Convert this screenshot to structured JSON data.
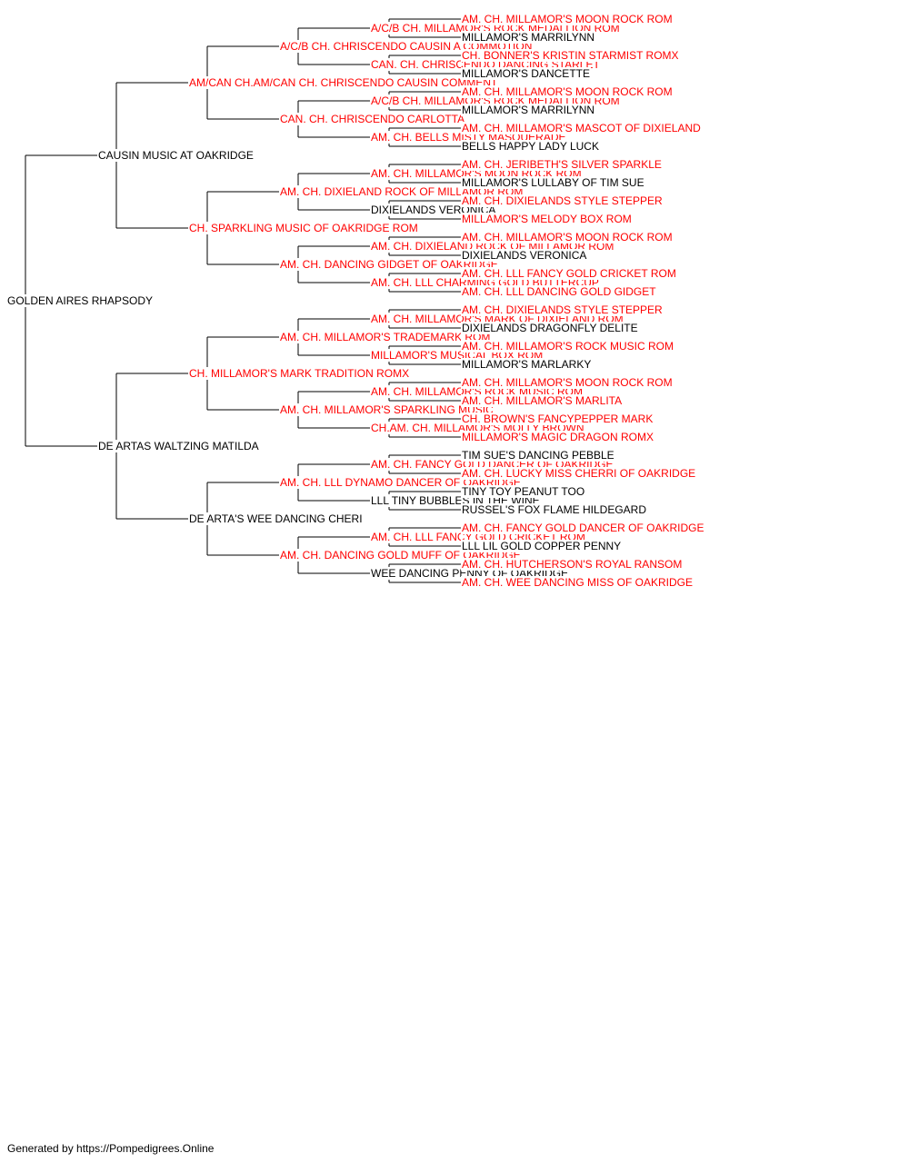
{
  "subject": {
    "name": "GOLDEN AIRES RHAPSODY",
    "ch": false
  },
  "generations": [
    [
      {
        "name": "CAUSIN MUSIC AT OAKRIDGE",
        "ch": false
      },
      {
        "name": "DE ARTAS WALTZING MATILDA",
        "ch": false
      }
    ],
    [
      {
        "name": "AM/CAN CH.AM/CAN CH. CHRISCENDO CAUSIN COMMENT",
        "ch": true
      },
      {
        "name": "CH. SPARKLING MUSIC OF OAKRIDGE ROM",
        "ch": true
      },
      {
        "name": "CH. MILLAMOR'S MARK TRADITION ROMX",
        "ch": true
      },
      {
        "name": "DE ARTA'S WEE DANCING CHERI",
        "ch": false
      }
    ],
    [
      {
        "name": "A/C/B CH. CHRISCENDO CAUSIN A COMMOTION",
        "ch": true
      },
      {
        "name": "CAN. CH. CHRISCENDO CARLOTTA",
        "ch": true
      },
      {
        "name": "AM. CH. DIXIELAND ROCK OF MILLAMOR ROM",
        "ch": true
      },
      {
        "name": "AM. CH. DANCING GIDGET OF OAKRIDGE",
        "ch": true
      },
      {
        "name": "AM. CH. MILLAMOR'S TRADEMARK ROM",
        "ch": true
      },
      {
        "name": "AM. CH. MILLAMOR'S SPARKLING MUSIC",
        "ch": true
      },
      {
        "name": "AM. CH. LLL DYNAMO DANCER OF OAKRIDGE",
        "ch": true
      },
      {
        "name": "AM. CH. DANCING GOLD MUFF OF OAKRIDGE",
        "ch": true
      }
    ],
    [
      {
        "name": "A/C/B CH. MILLAMOR'S ROCK MEDALLION ROM",
        "ch": true
      },
      {
        "name": "CAN. CH. CHRISCENDO DANCING STARLET",
        "ch": true
      },
      {
        "name": "A/C/B CH. MILLAMOR'S ROCK MEDALLION ROM",
        "ch": true
      },
      {
        "name": "AM. CH. BELLS MISTY MASQUERADE",
        "ch": true
      },
      {
        "name": "AM. CH. MILLAMOR'S MOON ROCK ROM",
        "ch": true
      },
      {
        "name": "DIXIELANDS VERONICA",
        "ch": false
      },
      {
        "name": "AM. CH. DIXIELAND ROCK OF MILLAMOR ROM",
        "ch": true
      },
      {
        "name": "AM. CH. LLL CHARMING GOLD BUTTERCUP",
        "ch": true
      },
      {
        "name": "AM. CH. MILLAMOR'S MARK OF DIXIELAND ROM",
        "ch": true
      },
      {
        "name": "MILLAMOR'S MUSICAL BOX ROM",
        "ch": true
      },
      {
        "name": "AM. CH. MILLAMOR'S ROCK MUSIC ROM",
        "ch": true
      },
      {
        "name": "CH.AM. CH. MILLAMOR'S MOLLY BROWN",
        "ch": true
      },
      {
        "name": "AM. CH. FANCY GOLD DANCER OF OAKRIDGE",
        "ch": true
      },
      {
        "name": "LLL TINY BUBBLES IN THE WINE",
        "ch": false
      },
      {
        "name": "AM. CH. LLL FANCY GOLD CRICKET ROM",
        "ch": true
      },
      {
        "name": "WEE DANCING PENNY OF OAKRIDGE",
        "ch": false
      }
    ],
    [
      {
        "name": "AM. CH. MILLAMOR'S MOON ROCK ROM",
        "ch": true
      },
      {
        "name": "MILLAMOR'S MARRILYNN",
        "ch": false
      },
      {
        "name": "CH. BONNER'S KRISTIN STARMIST ROMX",
        "ch": true
      },
      {
        "name": "MILLAMOR'S DANCETTE",
        "ch": false
      },
      {
        "name": "AM. CH. MILLAMOR'S MOON ROCK ROM",
        "ch": true
      },
      {
        "name": "MILLAMOR'S MARRILYNN",
        "ch": false
      },
      {
        "name": "AM. CH. MILLAMOR'S MASCOT OF DIXIELAND",
        "ch": true
      },
      {
        "name": "BELLS HAPPY LADY LUCK",
        "ch": false
      },
      {
        "name": "AM. CH. JERIBETH'S SILVER SPARKLE",
        "ch": true
      },
      {
        "name": "MILLAMOR'S LULLABY OF TIM SUE",
        "ch": false
      },
      {
        "name": "AM. CH. DIXIELANDS STYLE STEPPER",
        "ch": true
      },
      {
        "name": "MILLAMOR'S MELODY BOX ROM",
        "ch": true
      },
      {
        "name": "AM. CH. MILLAMOR'S MOON ROCK ROM",
        "ch": true
      },
      {
        "name": "DIXIELANDS VERONICA",
        "ch": false
      },
      {
        "name": "AM. CH. LLL FANCY GOLD CRICKET ROM",
        "ch": true
      },
      {
        "name": "AM. CH. LLL DANCING GOLD GIDGET",
        "ch": true
      },
      {
        "name": "AM. CH. DIXIELANDS STYLE STEPPER",
        "ch": true
      },
      {
        "name": "DIXIELANDS DRAGONFLY DELITE",
        "ch": false
      },
      {
        "name": "AM. CH. MILLAMOR'S ROCK MUSIC ROM",
        "ch": true
      },
      {
        "name": "MILLAMOR'S MARLARKY",
        "ch": false
      },
      {
        "name": "AM. CH. MILLAMOR'S MOON ROCK ROM",
        "ch": true
      },
      {
        "name": "AM. CH. MILLAMOR'S MARLITA",
        "ch": true
      },
      {
        "name": "CH. BROWN'S FANCYPEPPER MARK",
        "ch": true
      },
      {
        "name": "MILLAMOR'S MAGIC DRAGON ROMX",
        "ch": true
      },
      {
        "name": "TIM SUE'S DANCING PEBBLE",
        "ch": false
      },
      {
        "name": "AM. CH. LUCKY MISS CHERRI OF OAKRIDGE",
        "ch": true
      },
      {
        "name": "TINY TOY PEANUT TOO",
        "ch": false
      },
      {
        "name": "RUSSEL'S FOX FLAME HILDEGARD",
        "ch": false
      },
      {
        "name": "AM. CH. FANCY GOLD DANCER OF OAKRIDGE",
        "ch": true
      },
      {
        "name": "LLL LIL GOLD COPPER PENNY",
        "ch": false
      },
      {
        "name": "AM. CH. HUTCHERSON'S ROYAL RANSOM",
        "ch": true
      },
      {
        "name": "AM. CH. WEE DANCING MISS OF OAKRIDGE",
        "ch": true
      }
    ]
  ],
  "footer": "Generated by https://Pompedigrees.Online",
  "colors": {
    "champion": "#ff0000",
    "plain": "#000000",
    "connector": "#000000"
  }
}
